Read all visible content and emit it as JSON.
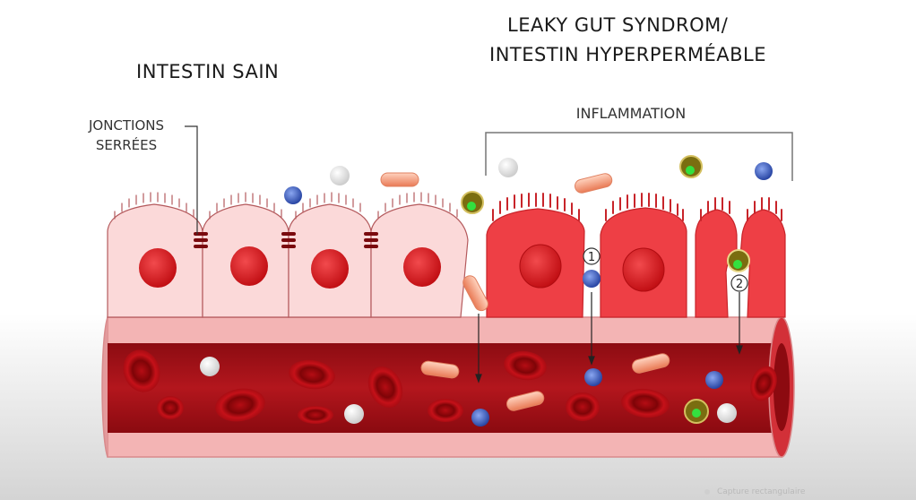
{
  "titles": {
    "healthy": "INTESTIN SAIN",
    "leaky_line1": "LEAKY GUT SYNDROM/",
    "leaky_line2": "INTESTIN HYPERPERMÉABLE"
  },
  "labels": {
    "tight_junctions_line1": "JONCTIONS",
    "tight_junctions_line2": "SERRÉES",
    "inflammation": "INFLAMMATION",
    "pathway_1": "1",
    "pathway_2": "2"
  },
  "watermark": "Capture rectangulaire",
  "colors": {
    "healthy_cell": "#fbd9d9",
    "leaky_cell": "#ee3f45",
    "nucleus": "#dd1c1f",
    "vessel": "#c21a21",
    "red_blood_cell": "#cc1118",
    "bacteria_capsule": "#f3a07f",
    "virus_blue": "#3656b7",
    "olive_particle": "#7a6d10"
  }
}
